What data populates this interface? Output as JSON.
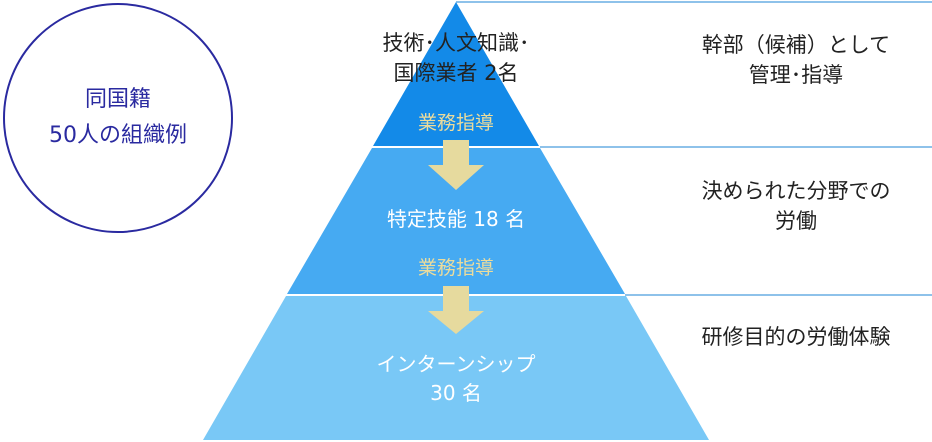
{
  "circle": {
    "line1": "同国籍",
    "line2": "50人の組織例"
  },
  "tiers": [
    {
      "line1": "技術･人文知識･",
      "line2": "国際業者 2名",
      "arrow_label": "業務指導",
      "description_line1": "幹部（候補）として",
      "description_line2": "管理･指導"
    },
    {
      "line1": "特定技能 18 名",
      "arrow_label": "業務指導",
      "description_line1": "決められた分野での",
      "description_line2": "労働"
    },
    {
      "line1": "インターンシップ",
      "line2": "30 名",
      "description_line1": "研修目的の労働体験"
    }
  ],
  "colors": {
    "tier1": "#138ae8",
    "tier2": "#46aaf2",
    "tier3": "#79c8f6",
    "arrow": "#e6da9e",
    "circle": "#2a2aa0",
    "rule": "#8ec2ea"
  }
}
